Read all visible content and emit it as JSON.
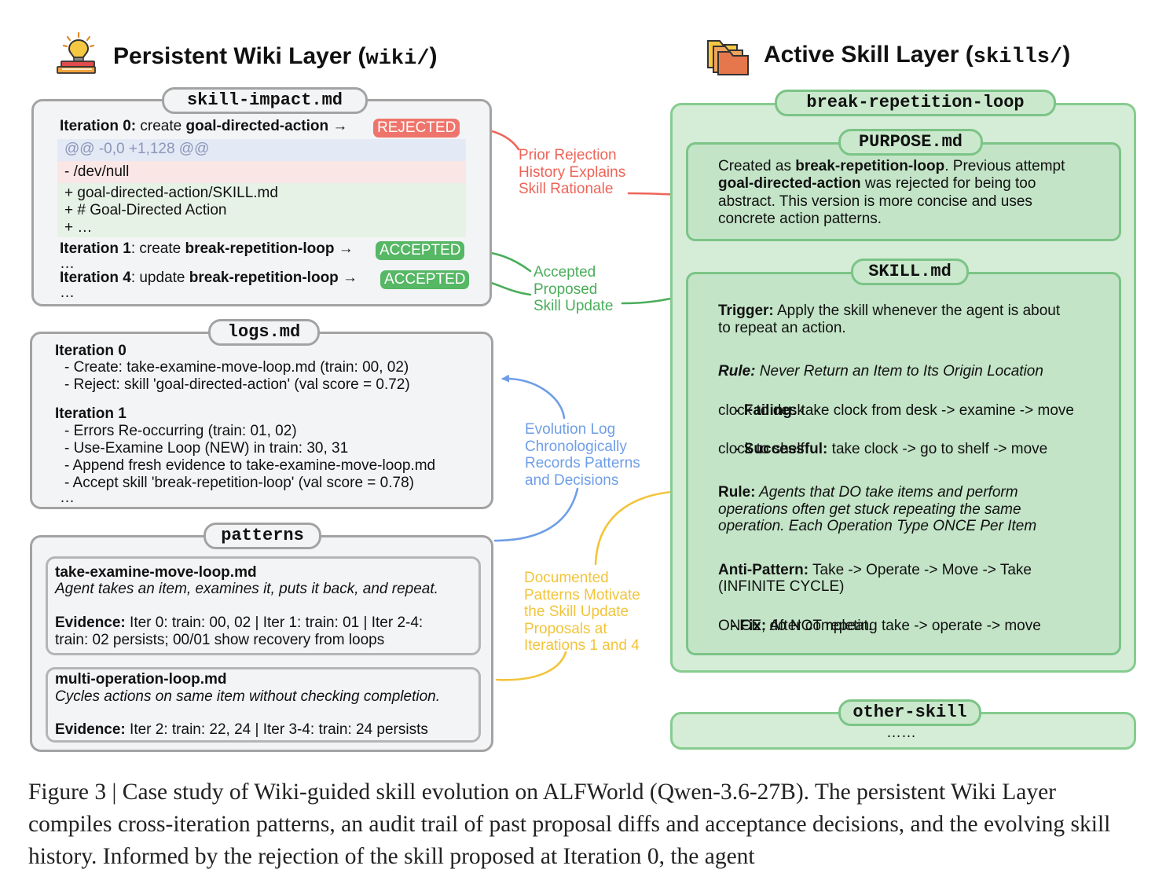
{
  "wiki": {
    "title": "Persistent Wiki Layer",
    "title_dir": "wiki/",
    "skill_impact": {
      "tag": "skill-impact.md",
      "it0_pre": "Iteration 0:",
      "it0_mid": " create ",
      "it0_skill": "goal-directed-action",
      "it0_arrow": " →",
      "it0_badge": "REJECTED",
      "diff_header": "@@ -0,0 +1,128 @@",
      "diff_minus": "- /dev/null",
      "diff_plus": [
        "+ goal-directed-action/SKILL.md",
        "+ # Goal-Directed Action",
        "+ …"
      ],
      "it1_pre": "Iteration 1",
      "it1_mid": ": create ",
      "it1_skill": "break-repetition-loop",
      "it1_arrow": " →",
      "it1_badge": "ACCEPTED",
      "ellipsis1": "…",
      "it4_pre": "Iteration 4",
      "it4_mid": ": update ",
      "it4_skill": "break-repetition-loop",
      "it4_arrow": " →",
      "it4_badge": "ACCEPTED",
      "ellipsis2": "…"
    },
    "logs": {
      "tag": "logs.md",
      "it0_head": "Iteration 0",
      "it0_items": [
        "- Create: take-examine-move-loop.md (train: 00, 02)",
        "- Reject: skill 'goal-directed-action' (val score = 0.72)"
      ],
      "it1_head": "Iteration 1",
      "it1_items": [
        "- Errors Re-occurring (train: 01, 02)",
        "- Use-Examine Loop (NEW) in train: 30, 31",
        "- Append fresh evidence to take-examine-move-loop.md",
        "- Accept skill 'break-repetition-loop' (val score = 0.78)"
      ],
      "ellipsis": "…"
    },
    "patterns": {
      "tag": "patterns",
      "p1_name": "take-examine-move-loop.md",
      "p1_desc": "Agent takes an item, examines it, puts it back, and repeat.",
      "p1_ev_label": "Evidence:",
      "p1_ev_line1": " Iter 0: train: 00, 02 | Iter 1: train: 01 | Iter 2-4:",
      "p1_ev_line2": "train: 02 persists; 00/01 show recovery from loops",
      "p2_name": "multi-operation-loop.md",
      "p2_desc": "Cycles actions on same item without checking completion.",
      "p2_ev_label": "Evidence:",
      "p2_ev_text": " Iter 2: train: 22, 24 | Iter 3-4: train: 24 persists"
    }
  },
  "skills": {
    "title": "Active Skill Layer",
    "title_dir": "skills/",
    "loop_tag": "break-repetition-loop",
    "purpose": {
      "tag": "PURPOSE.md",
      "l1a": "Created as ",
      "l1b": "break-repetition-loop",
      "l1c": ". Previous attempt",
      "l2a": "goal-directed-action",
      "l2b": " was rejected for being too",
      "l3": "abstract. This version is more concise and uses",
      "l4": "concrete action patterns."
    },
    "skill": {
      "tag": "SKILL.md",
      "trigger_label": "Trigger:",
      "trigger_l1": " Apply the skill whenever the agent is about",
      "trigger_l2": "to repeat an action.",
      "rule1_label": "Rule:",
      "rule1_text": " Never Return an Item to Its Origin Location",
      "fail_label": "  - Failing:",
      "fail_l1": " take clock from desk -> examine -> move",
      "fail_l2": "clock to desk",
      "succ_label": "  - Successful:",
      "succ_l1": " take clock -> go to shelf -> move",
      "succ_l2": "clock to shelf",
      "rule2_label": "Rule:",
      "rule2_l1": " Agents that DO take items and perform",
      "rule2_l2": "operations often get stuck repeating the same",
      "rule2_l3": "operation. Each Operation Type ONCE Per Item",
      "anti_label": "Anti-Pattern:",
      "anti_l1": " Take -> Operate -> Move -> Take",
      "anti_l2": "(INFINITE CYCLE)",
      "fix_label": " - Fix:",
      "fix_l1": " After completing take -> operate -> move",
      "fix_l2": "ONCE, do NOT repeat."
    },
    "other": {
      "tag": "other-skill",
      "text": "……"
    }
  },
  "annotations": {
    "red": [
      "Prior Rejection",
      "History Explains",
      "Skill Rationale"
    ],
    "green": [
      "Accepted",
      "Proposed",
      "Skill Update"
    ],
    "blue": [
      "Evolution Log",
      "Chronologically",
      "Records Patterns",
      "and Decisions"
    ],
    "yellow": [
      "Documented",
      "Patterns Motivate",
      "the Skill Update",
      "Proposals at",
      "Iterations 1 and 4"
    ]
  },
  "caption": "Figure 3 | Case study of Wiki-guided skill evolution on ALFWorld (Qwen-3.6-27B). The persistent Wiki Layer compiles cross-iteration patterns, an audit trail of past proposal diffs and acceptance decisions, and the evolving skill history. Informed by the rejection of the skill proposed at Iteration 0, the agent",
  "icons": [
    "lightbulb-books-icon",
    "folders-icon"
  ],
  "colors": {
    "red": "#ee6458",
    "green": "#4aad5a",
    "blue": "#6f9ee8",
    "yellow": "#f2c43b",
    "green_panel": "#d5ecd7",
    "gray_panel": "#f3f4f6"
  }
}
